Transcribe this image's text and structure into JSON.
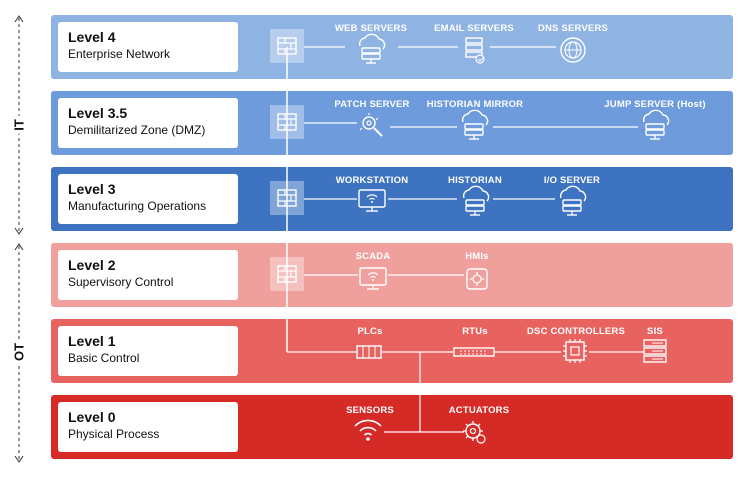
{
  "side_labels": {
    "it": "IT",
    "ot": "OT"
  },
  "levels": [
    {
      "title": "Level 4",
      "subtitle": "Enterprise Network",
      "color": "#8fb3e3",
      "nodes": [
        {
          "label": "WEB SERVERS",
          "icon": "cloud-server-icon"
        },
        {
          "label": "EMAIL SERVERS",
          "icon": "mail-server-icon"
        },
        {
          "label": "DNS SERVERS",
          "icon": "dns-globe-icon"
        }
      ]
    },
    {
      "title": "Level 3.5",
      "subtitle": "Demilitarized Zone (DMZ)",
      "color": "#6e9bdc",
      "nodes": [
        {
          "label": "PATCH SERVER",
          "icon": "wrench-gear-icon"
        },
        {
          "label": "HISTORIAN MIRROR",
          "icon": "cloud-server-icon"
        },
        {
          "label": "JUMP SERVER (Host)",
          "icon": "cloud-server-icon"
        }
      ]
    },
    {
      "title": "Level 3",
      "subtitle": "Manufacturing Operations",
      "color": "#3e73c2",
      "nodes": [
        {
          "label": "WORKSTATION",
          "icon": "monitor-wifi-icon"
        },
        {
          "label": "HISTORIAN",
          "icon": "cloud-server-icon"
        },
        {
          "label": "I/O SERVER",
          "icon": "cloud-server-icon"
        }
      ]
    },
    {
      "title": "Level 2",
      "subtitle": "Supervisory Control",
      "color": "#f0a09c",
      "nodes": [
        {
          "label": "SCADA",
          "icon": "monitor-wifi-icon"
        },
        {
          "label": "HMIs",
          "icon": "touch-gear-icon"
        }
      ]
    },
    {
      "title": "Level 1",
      "subtitle": "Basic Control",
      "color": "#e86360",
      "nodes": [
        {
          "label": "PLCs",
          "icon": "plc-icon"
        },
        {
          "label": "RTUs",
          "icon": "rtu-icon"
        },
        {
          "label": "DSC CONTROLLERS",
          "icon": "chip-icon"
        },
        {
          "label": "SIS",
          "icon": "server-rack-icon"
        }
      ]
    },
    {
      "title": "Level 0",
      "subtitle": "Physical Process",
      "color": "#d62a26",
      "nodes": [
        {
          "label": "SENSORS",
          "icon": "wifi-signal-icon"
        },
        {
          "label": "ACTUATORS",
          "icon": "gear-actuator-icon"
        }
      ]
    }
  ],
  "firewall_icon": "firewall-icon"
}
